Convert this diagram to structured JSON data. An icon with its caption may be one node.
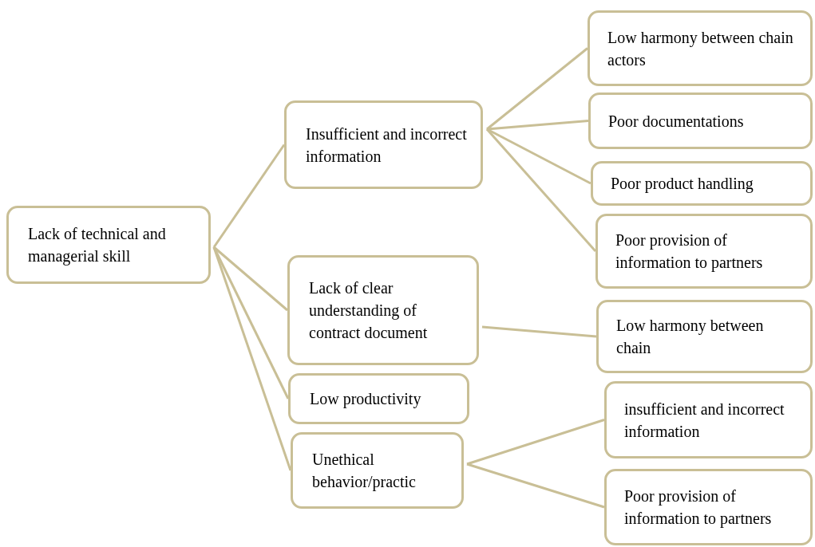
{
  "diagram": {
    "nodes": [
      {
        "text": [
          "Lack of technical and managerial skill"
        ]
      },
      {
        "text": [
          "Insufficient and incorrect information"
        ]
      },
      {
        "text": [
          "Lack of clear understanding of contract document"
        ]
      },
      {
        "text": [
          "Low productivity"
        ]
      },
      {
        "text": [
          "Unethical behavior/practic"
        ]
      },
      {
        "text": [
          "Low harmony between chain actors"
        ]
      },
      {
        "text": [
          "Poor documentations"
        ]
      },
      {
        "text": [
          "Poor product handling"
        ]
      },
      {
        "text": [
          "Poor provision of information to partners"
        ]
      },
      {
        "text": [
          "Low harmony between chain"
        ]
      },
      {
        "text": [
          "insufficient and incorrect information"
        ]
      },
      {
        "text": [
          "Poor provision of information to partners"
        ]
      }
    ],
    "edges": [
      {
        "from": 0,
        "to": 1,
        "arrow": "none"
      },
      {
        "from": 0,
        "to": 2,
        "arrow": "none"
      },
      {
        "from": 0,
        "to": 3,
        "arrow": "none"
      },
      {
        "from": 0,
        "to": 4,
        "arrow": "none"
      },
      {
        "from": 1,
        "to": 5,
        "arrow": "none"
      },
      {
        "from": 1,
        "to": 6,
        "arrow": "none"
      },
      {
        "from": 1,
        "to": 7,
        "arrow": "none"
      },
      {
        "from": 1,
        "to": 8,
        "arrow": "none"
      },
      {
        "from": 2,
        "to": 9,
        "arrow": "none"
      },
      {
        "from": 4,
        "to": 10,
        "arrow": "none"
      },
      {
        "from": 4,
        "to": 11,
        "arrow": "none"
      }
    ]
  }
}
